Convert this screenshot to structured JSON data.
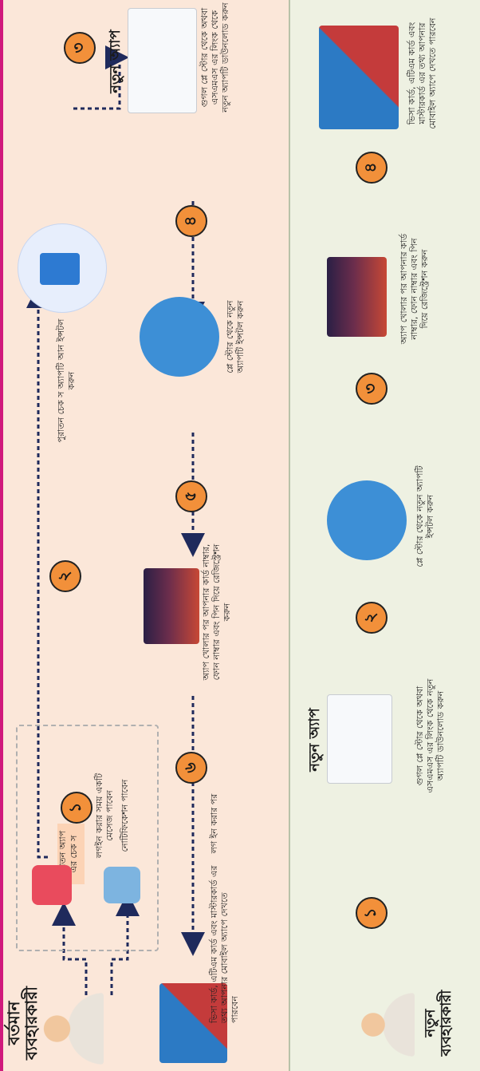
{
  "colors": {
    "top_bg": "#fbe7d9",
    "bottom_bg": "#eef1e2",
    "badge": "#f2903a",
    "existing_flow_arrow": "#1f2a5c",
    "new_flow_arrow": "#e53935",
    "accent_border": "#d01a7c"
  },
  "existing_user": {
    "title": "বর্তমান ব্যবহারকারী",
    "box_note": "পুরাতন অ্যাপ এর চেক স",
    "icon_notification": "notification-icon",
    "icon_message": "message-icon",
    "notification_label": "নোটিফিকেশন পাবেন",
    "message_label": "লগইন করার সময় একটি মেসেজ পাবেন",
    "steps": [
      {
        "num": "১",
        "caption": ""
      },
      {
        "num": "২",
        "caption": "পুরাতন চেক স অ্যাপটি আন ইন্সটল করুন"
      },
      {
        "num": "৩",
        "caption": ""
      },
      {
        "num": "৪",
        "caption": "প্লে স্টোর থেকে নতুন অ্যাপটি ইন্সটল করুন"
      },
      {
        "num": "৫",
        "caption": "অ্যাপ খোলার পর আপনার কার্ড নাম্বার, ফোন নাম্বার এবং পিন দিয়ে রেজিস্ট্রেশন করুন"
      },
      {
        "num": "৬",
        "caption": "লগ ইন করার পর"
      }
    ],
    "new_app_label": "নতুন অ্যাপ",
    "new_app_caption": "গুগল প্লে স্টোর থেকে অথবা এসএমএস এর লিংক থেকে নতুন অ্যাপটি ডাউনলোড করুন",
    "final_caption": "ভিসা কার্ড, এটিএম কার্ড এবং মাস্টারকার্ড এর তথ্য আপনার মোবাইল অ্যাপে দেখতে পারবেন"
  },
  "new_user": {
    "title": "নতুন ব্যবহারকারী",
    "new_app_label": "নতুন অ্যাপ",
    "steps": [
      {
        "num": "১",
        "caption": "গুগল প্লে স্টোর থেকে অথবা এসএমএস এর লিংক থেকে নতুন অ্যাপটি ডাউনলোড করুন"
      },
      {
        "num": "২",
        "caption": "প্লে স্টোর থেকে নতুন অ্যাপটি ইন্সটল করুন"
      },
      {
        "num": "৩",
        "caption": "অ্যাপ খোলার পর আপনার কার্ড নাম্বার, ফোন নাম্বার এবং পিন দিয়ে রেজিস্ট্রেশন করুন"
      },
      {
        "num": "৪",
        "caption": "ভিসা কার্ড, এটিএম কার্ড এবং মাস্টারকার্ড এর তথ্য আপনার মোবাইল অ্যাপে দেখতে পারবেন"
      }
    ]
  }
}
